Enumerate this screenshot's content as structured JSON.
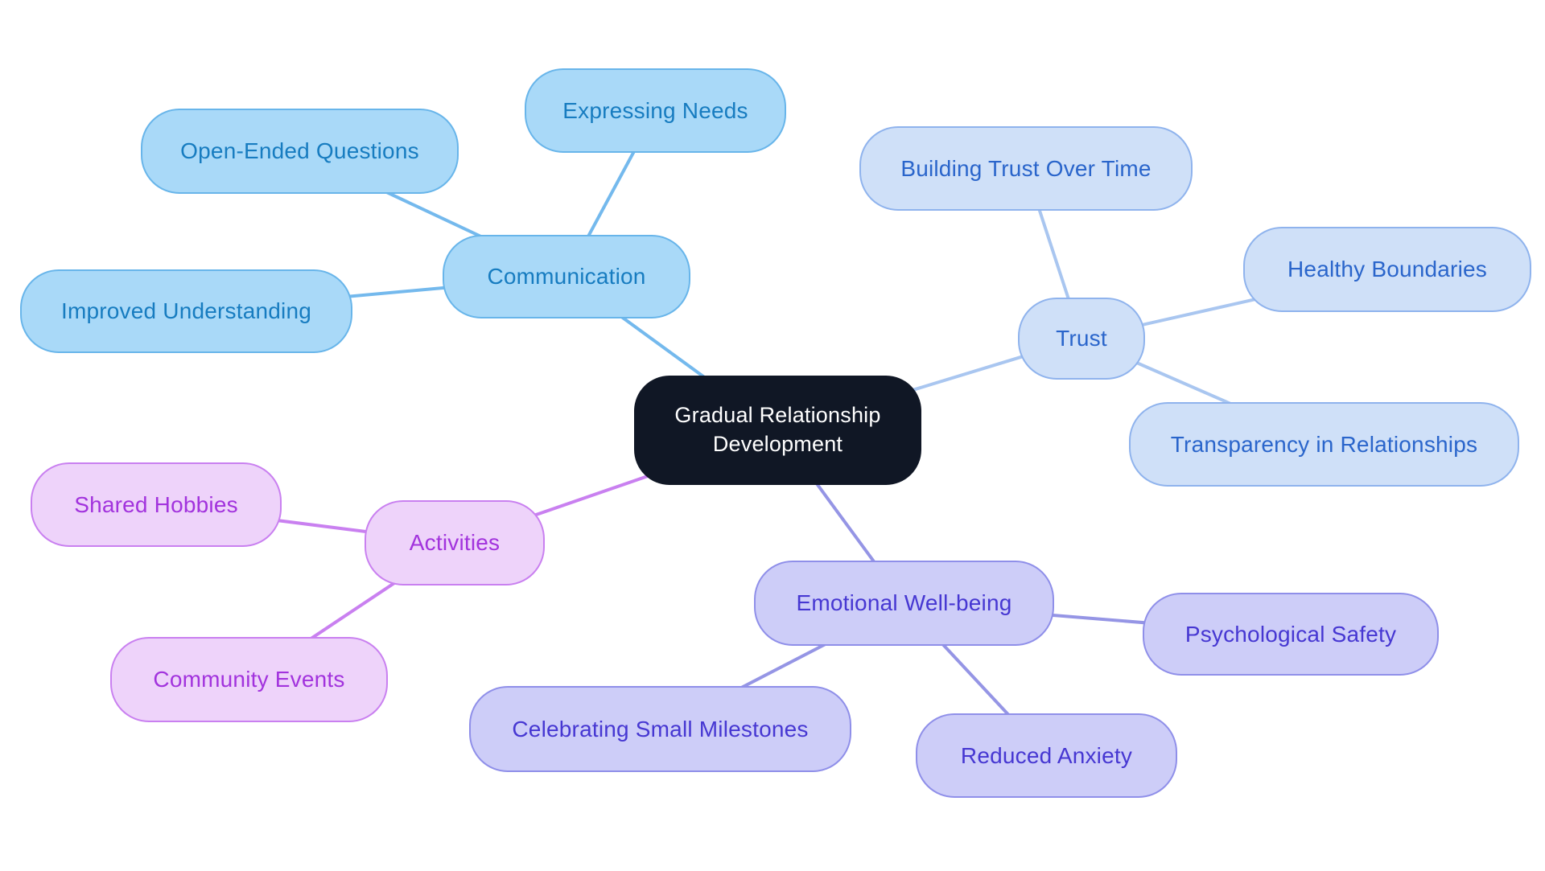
{
  "canvas": {
    "background": "#ffffff"
  },
  "mindmap": {
    "central": {
      "label": "Gradual Relationship Development",
      "bg_color": "#101725",
      "text_color": "#ffffff"
    },
    "branches": [
      {
        "label": "Communication",
        "fill": "#a9d9f8",
        "border": "#68b5ea",
        "text_color": "#177cc0",
        "edge_color": "#74b9ed",
        "children": [
          {
            "label": "Expressing Needs"
          },
          {
            "label": "Open-Ended Questions"
          },
          {
            "label": "Improved Understanding"
          }
        ]
      },
      {
        "label": "Trust",
        "fill": "#cfe0f8",
        "border": "#8fb3ed",
        "text_color": "#2a65cb",
        "edge_color": "#a9c6f0",
        "children": [
          {
            "label": "Building Trust Over Time"
          },
          {
            "label": "Healthy Boundaries"
          },
          {
            "label": "Transparency in Relationships"
          }
        ]
      },
      {
        "label": "Activities",
        "fill": "#eed3fa",
        "border": "#c980f0",
        "text_color": "#a233dd",
        "edge_color": "#c980f0",
        "children": [
          {
            "label": "Shared Hobbies"
          },
          {
            "label": "Community Events"
          }
        ]
      },
      {
        "label": "Emotional Well-being",
        "fill": "#cdcdf8",
        "border": "#8f8fe9",
        "text_color": "#4637d2",
        "edge_color": "#9595e5",
        "children": [
          {
            "label": "Psychological Safety"
          },
          {
            "label": "Celebrating Small Milestones"
          },
          {
            "label": "Reduced Anxiety"
          }
        ]
      }
    ]
  }
}
